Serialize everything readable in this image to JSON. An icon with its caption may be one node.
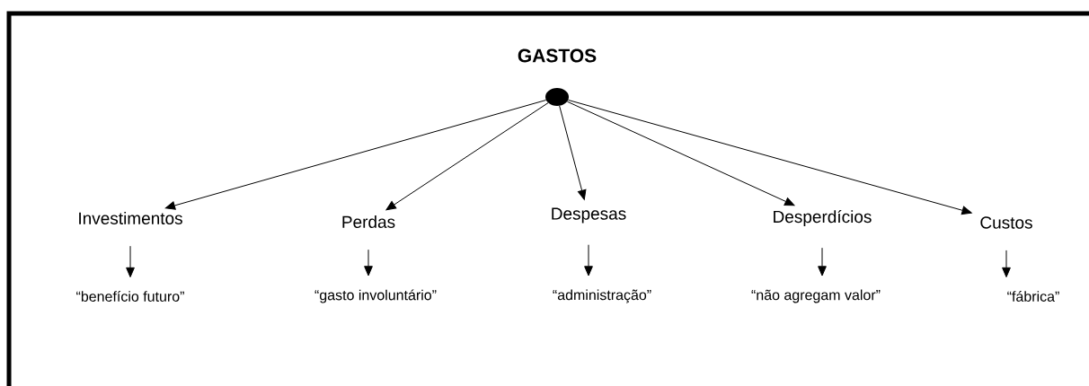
{
  "diagram": {
    "title": "GASTOS",
    "nodes": [
      {
        "text": [],
        "shape": "circle"
      },
      {
        "text": [
          "Investimentos"
        ]
      },
      {
        "text": [
          "Perdas"
        ]
      },
      {
        "text": [
          "Despesas"
        ]
      },
      {
        "text": [
          "Desperdícios"
        ]
      },
      {
        "text": [
          "Custos"
        ]
      },
      {
        "text": [
          "“benefício futuro”"
        ]
      },
      {
        "text": [
          "“gasto involuntário”"
        ]
      },
      {
        "text": [
          "“administração”"
        ]
      },
      {
        "text": [
          "“não agregam valor”"
        ]
      },
      {
        "text": [
          "“fábrica”"
        ]
      }
    ],
    "edges": [
      {
        "from": 0,
        "to": 1,
        "arrow": "to"
      },
      {
        "from": 0,
        "to": 2,
        "arrow": "to"
      },
      {
        "from": 0,
        "to": 3,
        "arrow": "to"
      },
      {
        "from": 0,
        "to": 4,
        "arrow": "to"
      },
      {
        "from": 0,
        "to": 5,
        "arrow": "to"
      },
      {
        "from": 1,
        "to": 6,
        "arrow": "to"
      },
      {
        "from": 2,
        "to": 7,
        "arrow": "to"
      },
      {
        "from": 3,
        "to": 8,
        "arrow": "to"
      },
      {
        "from": 4,
        "to": 9,
        "arrow": "to"
      },
      {
        "from": 5,
        "to": 10,
        "arrow": "to"
      }
    ]
  }
}
